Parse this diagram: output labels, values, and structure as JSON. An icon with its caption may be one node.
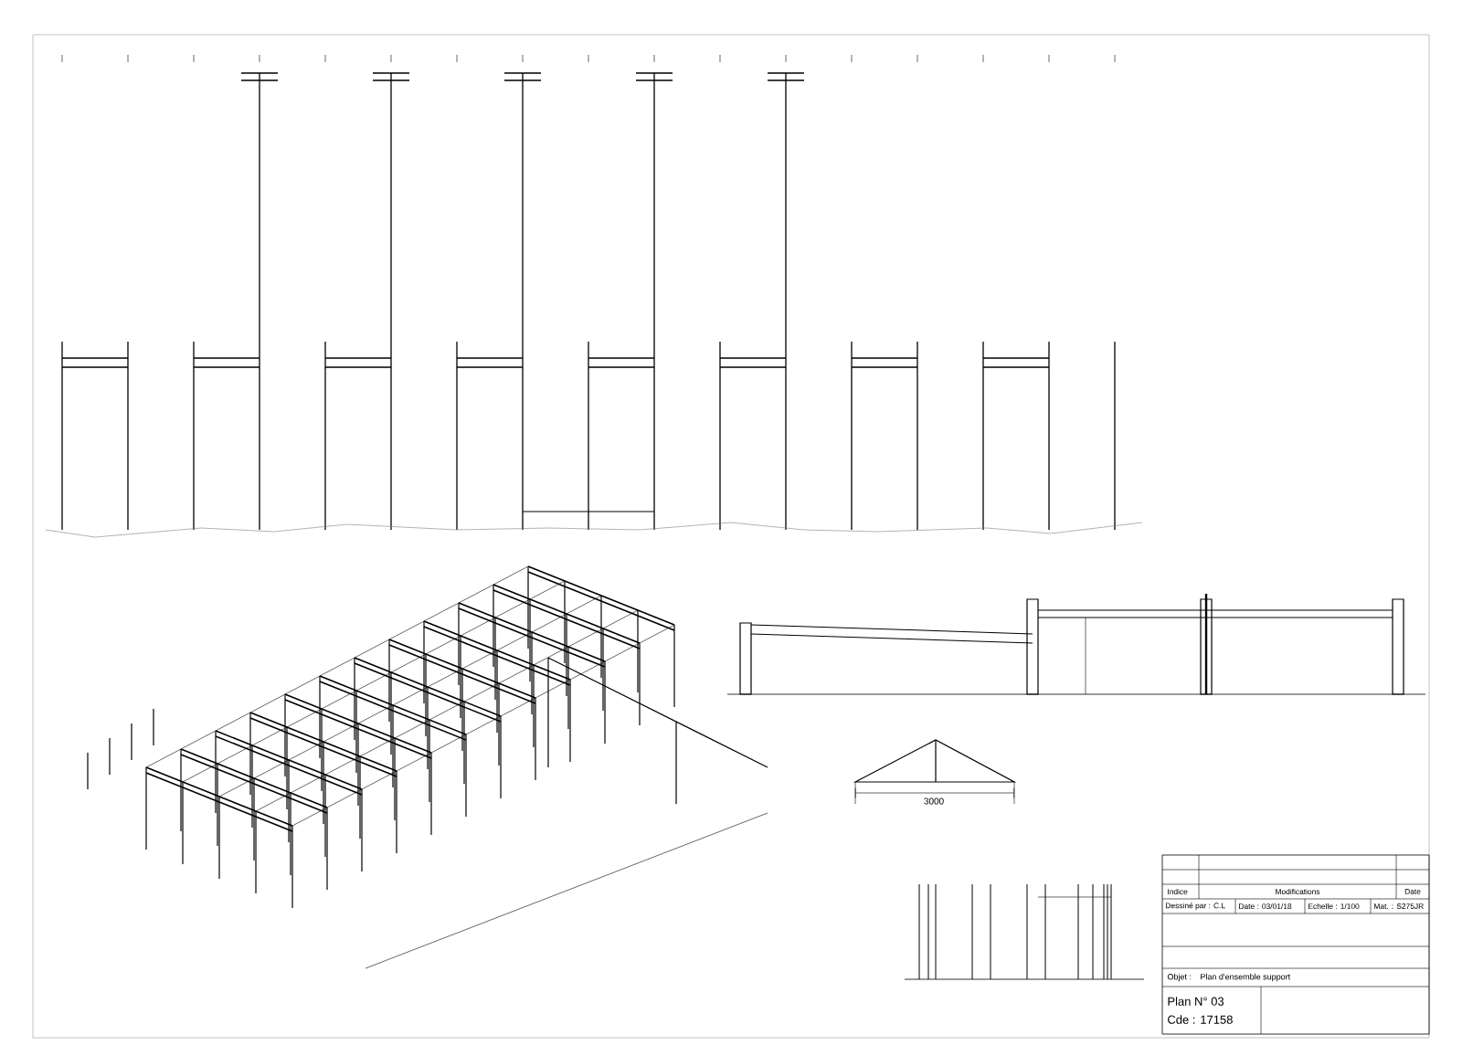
{
  "diagram": {
    "labels": [
      "Indice",
      "Modifications",
      "Date",
      "Dessiné par : C.L",
      "Date : 03/01/18",
      "Echelle : 1/100",
      "Mat. : S275JR",
      "Objet :",
      "Plan d'ensemble support",
      "Plan N° 03",
      "Cde : 17158",
      "3000"
    ]
  }
}
